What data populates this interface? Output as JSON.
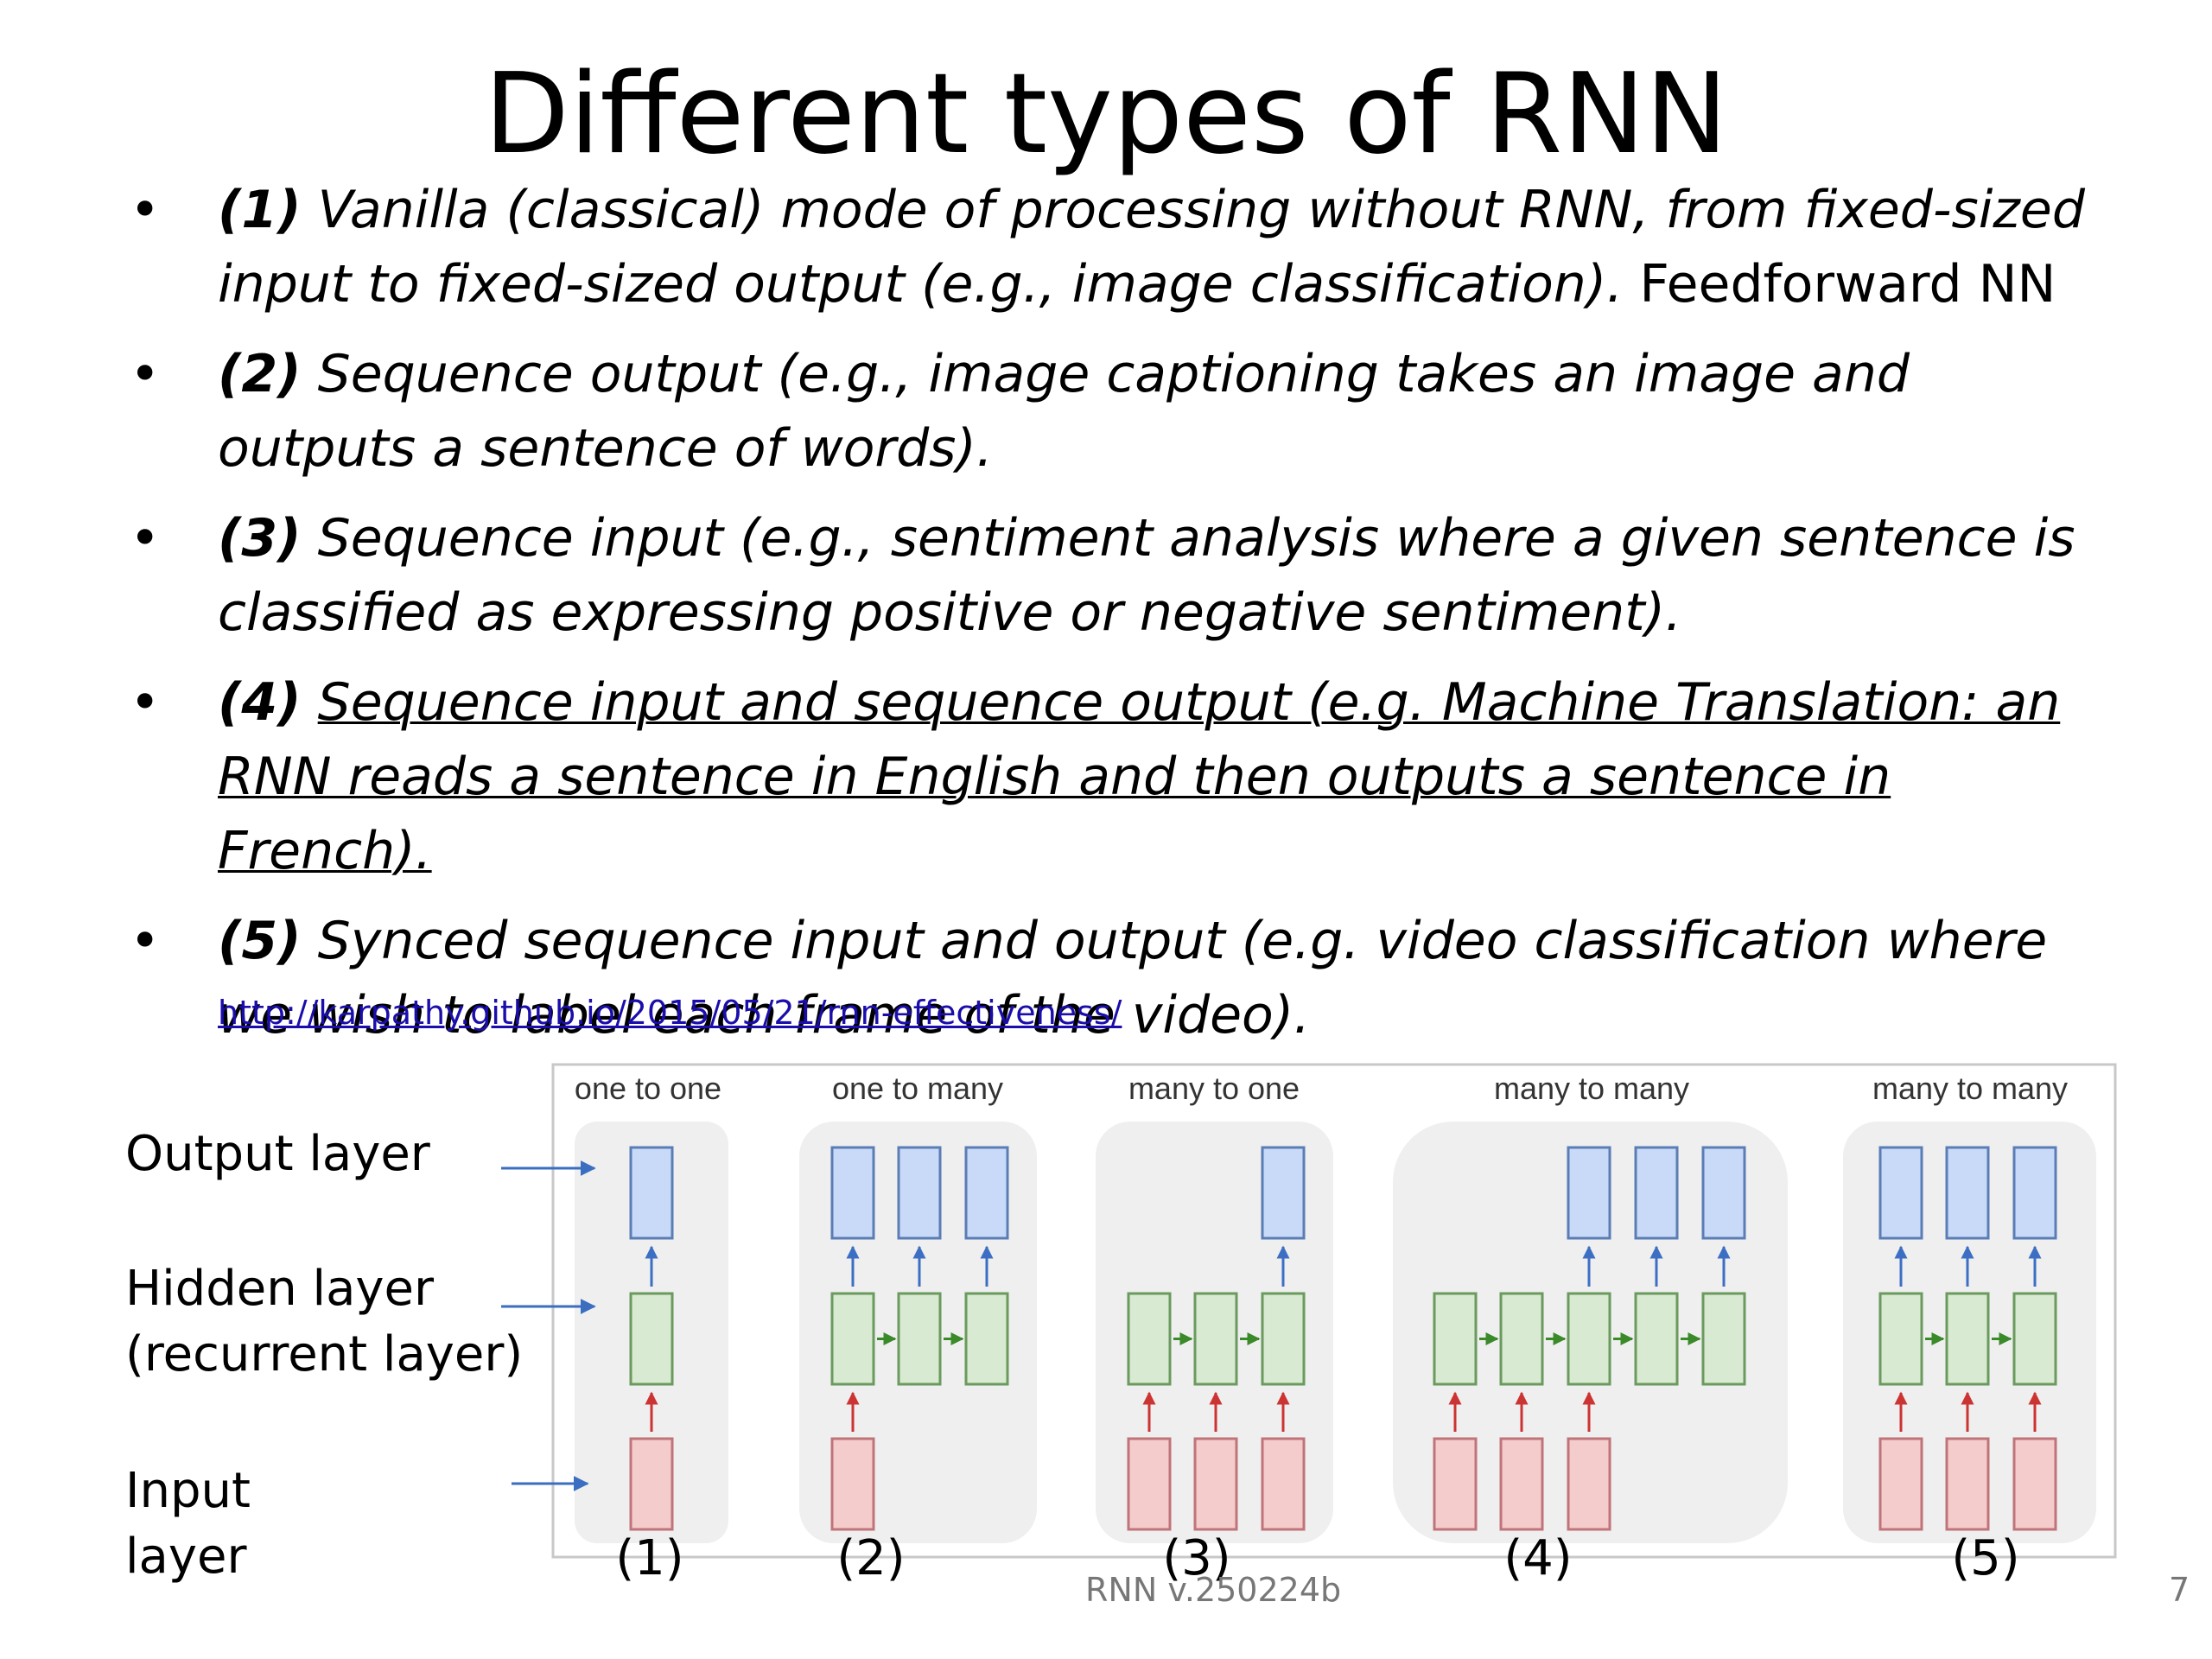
{
  "title": "Different types of RNN",
  "bullets": [
    {
      "num": "(1)",
      "text": " Vanilla (classical) mode of processing without RNN, from fixed-sized input to fixed-sized output (e.g., image classification).",
      "extra": "  Feedforward NN"
    },
    {
      "num": "(2)",
      "text": " Sequence output (e.g., image captioning takes an image and outputs a sentence of words)."
    },
    {
      "num": "(3)",
      "text": " Sequence input (e.g., sentiment analysis where a given sentence is classified as expressing positive or negative sentiment)."
    },
    {
      "num": "(4)",
      "text": "Sequence input and sequence output (e.g. Machine Translation: an RNN reads a sentence in English and then outputs a sentence in French)."
    },
    {
      "num": "(5)",
      "text": " Synced sequence input and output (e.g. video classification where we wish to label each frame of the video)."
    }
  ],
  "link": "http://karpathy.github.io/2015/05/21/rnn-effectiveness/",
  "layer_labels": {
    "output": "Output layer",
    "hidden_1": "Hidden layer",
    "hidden_2": "(recurrent layer)",
    "input_1": "Input",
    "input_2": "layer"
  },
  "panels": [
    {
      "title": "one to one",
      "number": "(1)"
    },
    {
      "title": "one to many",
      "number": "(2)"
    },
    {
      "title": "many to one",
      "number": "(3)"
    },
    {
      "title": "many to many",
      "number": "(4)"
    },
    {
      "title": "many to many",
      "number": "(5)"
    }
  ],
  "colors": {
    "output_fill": "#c9daf8",
    "output_stroke": "#5b7db5",
    "hidden_fill": "#d9ead3",
    "hidden_stroke": "#6a9a5e",
    "input_fill": "#f4cccc",
    "input_stroke": "#c0747a",
    "arrow_up_out": "#3c6fc4",
    "arrow_up_in": "#cc3333",
    "arrow_rec": "#3a8a2a",
    "link": "#1a0dab"
  },
  "footer": {
    "version": "RNN v.250224b",
    "page": "7"
  }
}
